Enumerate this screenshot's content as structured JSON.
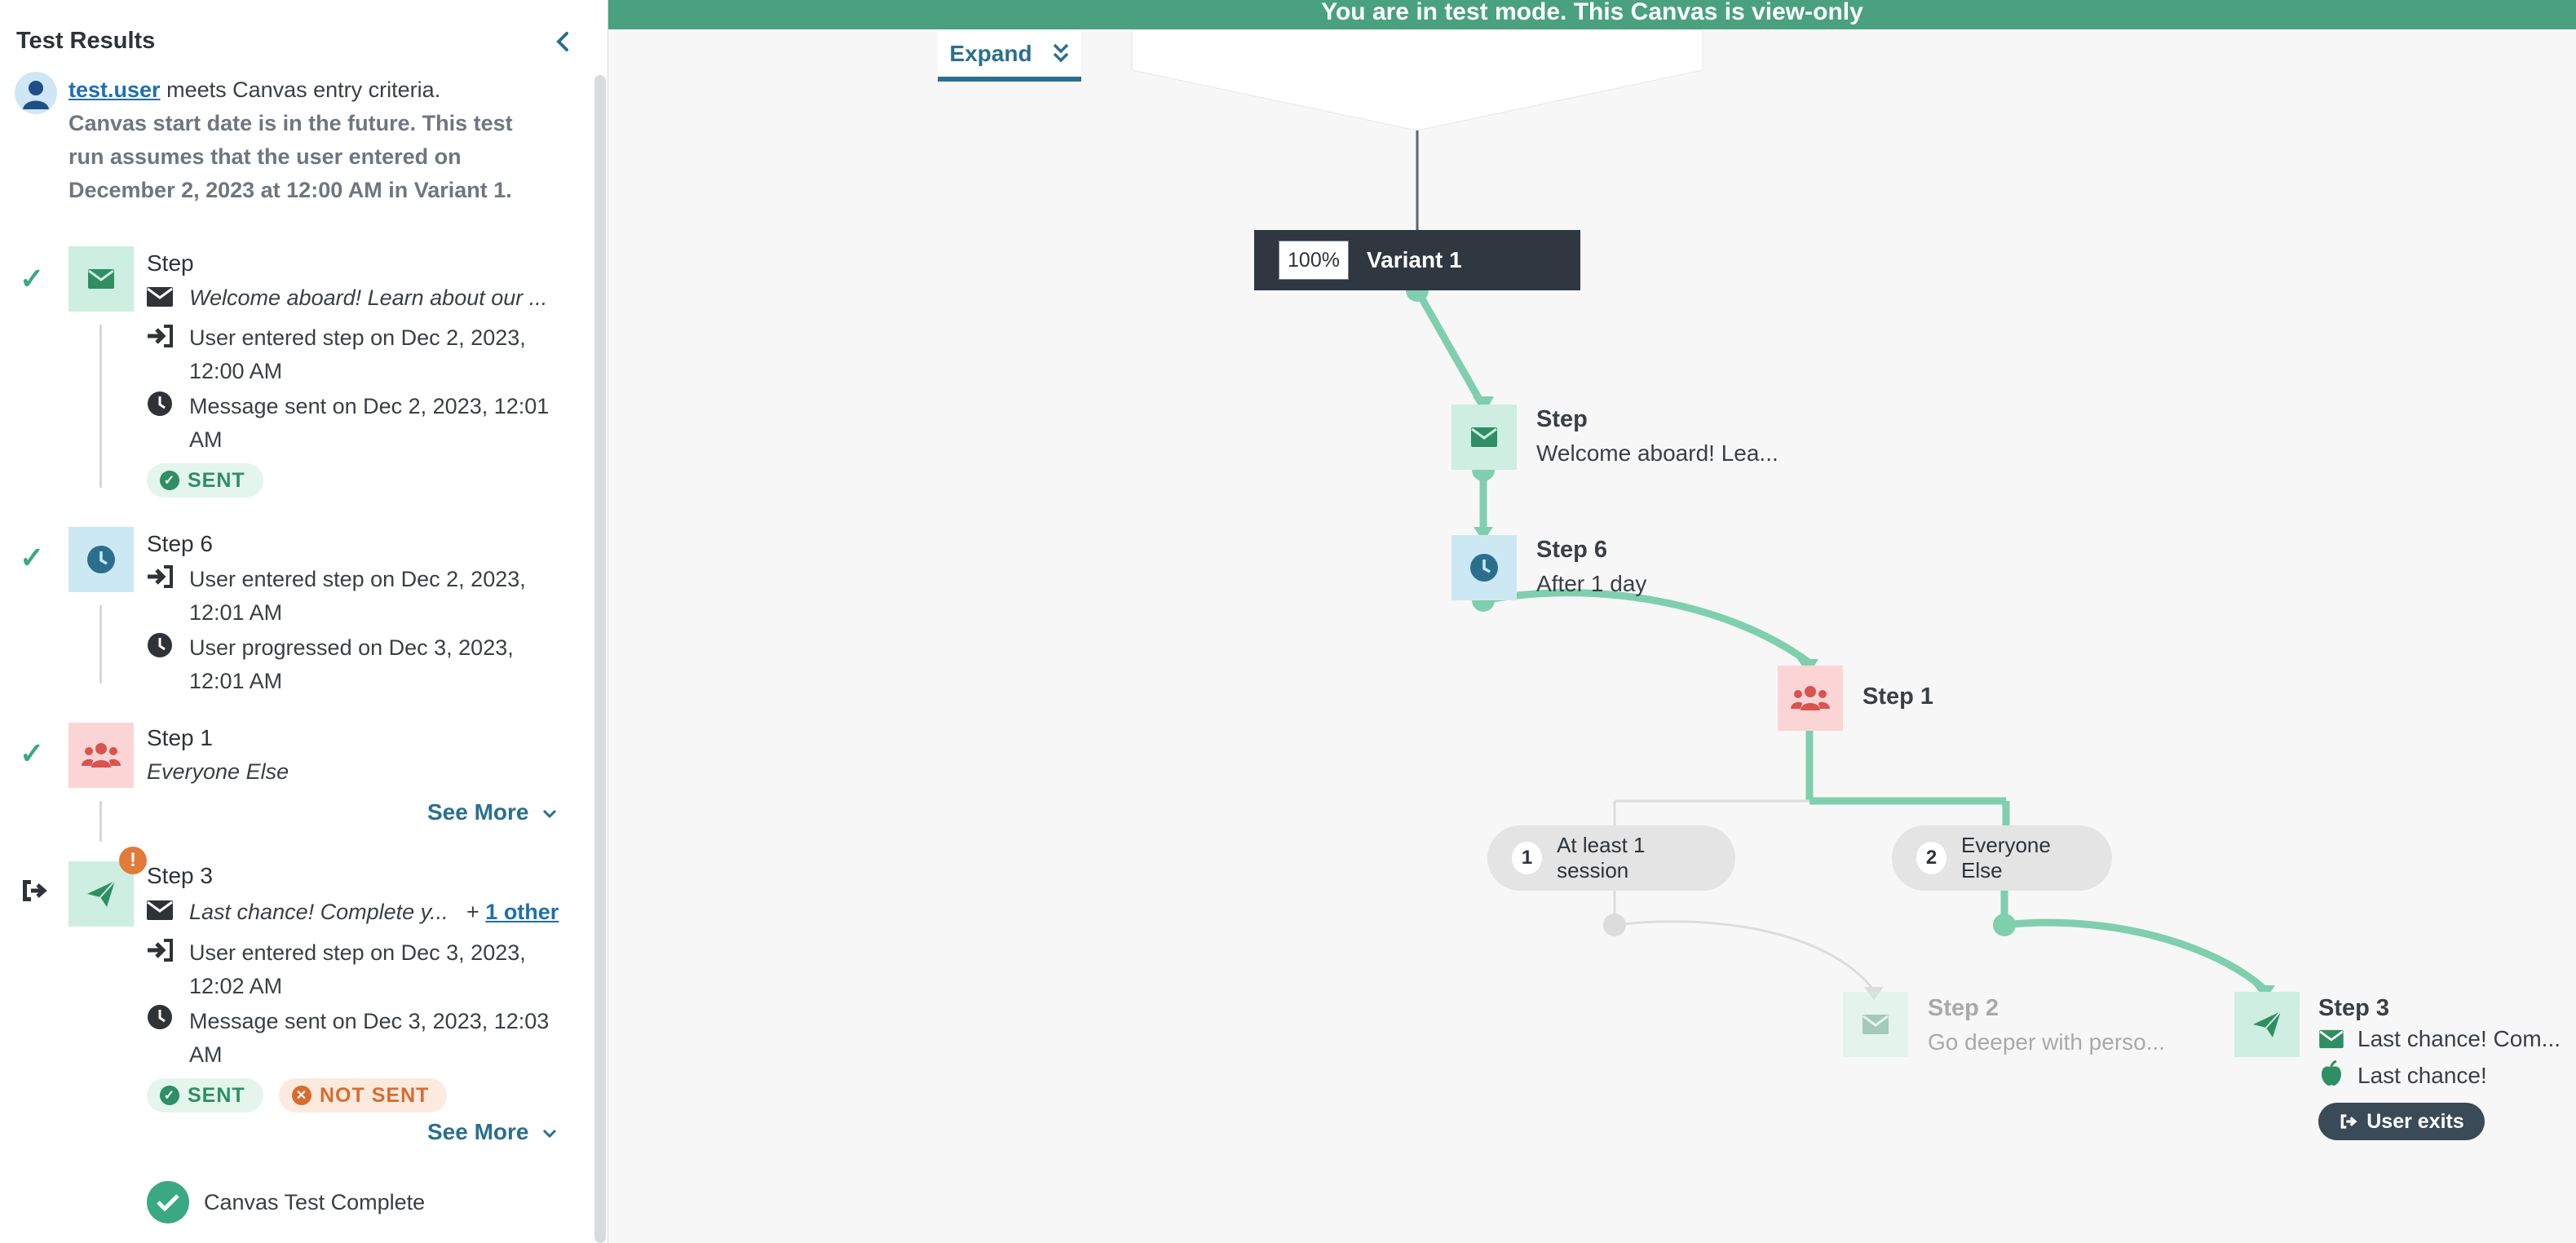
{
  "panel": {
    "title": "Test Results",
    "user_link": "test.user",
    "entry_text": "meets Canvas entry criteria.",
    "note_lines": [
      "Canvas start date is in the future. This test",
      "run assumes that the user entered on",
      "December 2, 2023 at 12:00 AM in Variant 1."
    ],
    "steps": [
      {
        "name": "Step",
        "message": "Welcome aboard! Learn about our ...",
        "entered": [
          "User entered step on Dec 2, 2023,",
          "12:00 AM"
        ],
        "sent": [
          "Message sent on Dec 2, 2023, 12:01",
          "AM"
        ],
        "badge": "SENT"
      },
      {
        "name": "Step 6",
        "entered": [
          "User entered step on Dec 2, 2023,",
          "12:01 AM"
        ],
        "progressed": [
          "User progressed on Dec 3, 2023,",
          "12:01 AM"
        ]
      },
      {
        "name": "Step 1",
        "group": "Everyone Else",
        "see_more": "See More"
      },
      {
        "name": "Step 3",
        "message": "Last chance! Complete y...",
        "plus": "+",
        "other_link": "1 other",
        "entered": [
          "User entered step on Dec 3, 2023,",
          "12:02 AM"
        ],
        "sent": [
          "Message sent on Dec 3, 2023, 12:03",
          "AM"
        ],
        "badge_sent": "SENT",
        "badge_not_sent": "NOT SENT",
        "see_more": "See More"
      }
    ],
    "complete_text": "Canvas Test Complete"
  },
  "canvas": {
    "banner": "You are in test mode. This Canvas is view-only",
    "expand_label": "Expand",
    "variant": {
      "pct": "100%",
      "name": "Variant 1"
    },
    "nodes": {
      "step_msg": {
        "title": "Step",
        "sub": "Welcome aboard! Lea..."
      },
      "step6": {
        "title": "Step 6",
        "sub": "After 1 day"
      },
      "step1": {
        "title": "Step 1"
      },
      "path1": {
        "num": "1",
        "label": "At least 1 session"
      },
      "path2": {
        "num": "2",
        "label": "Everyone Else"
      },
      "step2": {
        "title": "Step 2",
        "sub": "Go deeper with perso..."
      },
      "step3": {
        "title": "Step 3",
        "msg1": "Last chance! Com...",
        "msg2": "Last chance!"
      }
    },
    "exit_label": "User exits"
  },
  "colors": {
    "banner": "#49a17f",
    "accent": "#2b6f8e",
    "path_green": "#7fcfae",
    "message_tile": "#cdeee0",
    "delay_tile": "#cce9f3",
    "audience_tile": "#fbd5d5"
  }
}
